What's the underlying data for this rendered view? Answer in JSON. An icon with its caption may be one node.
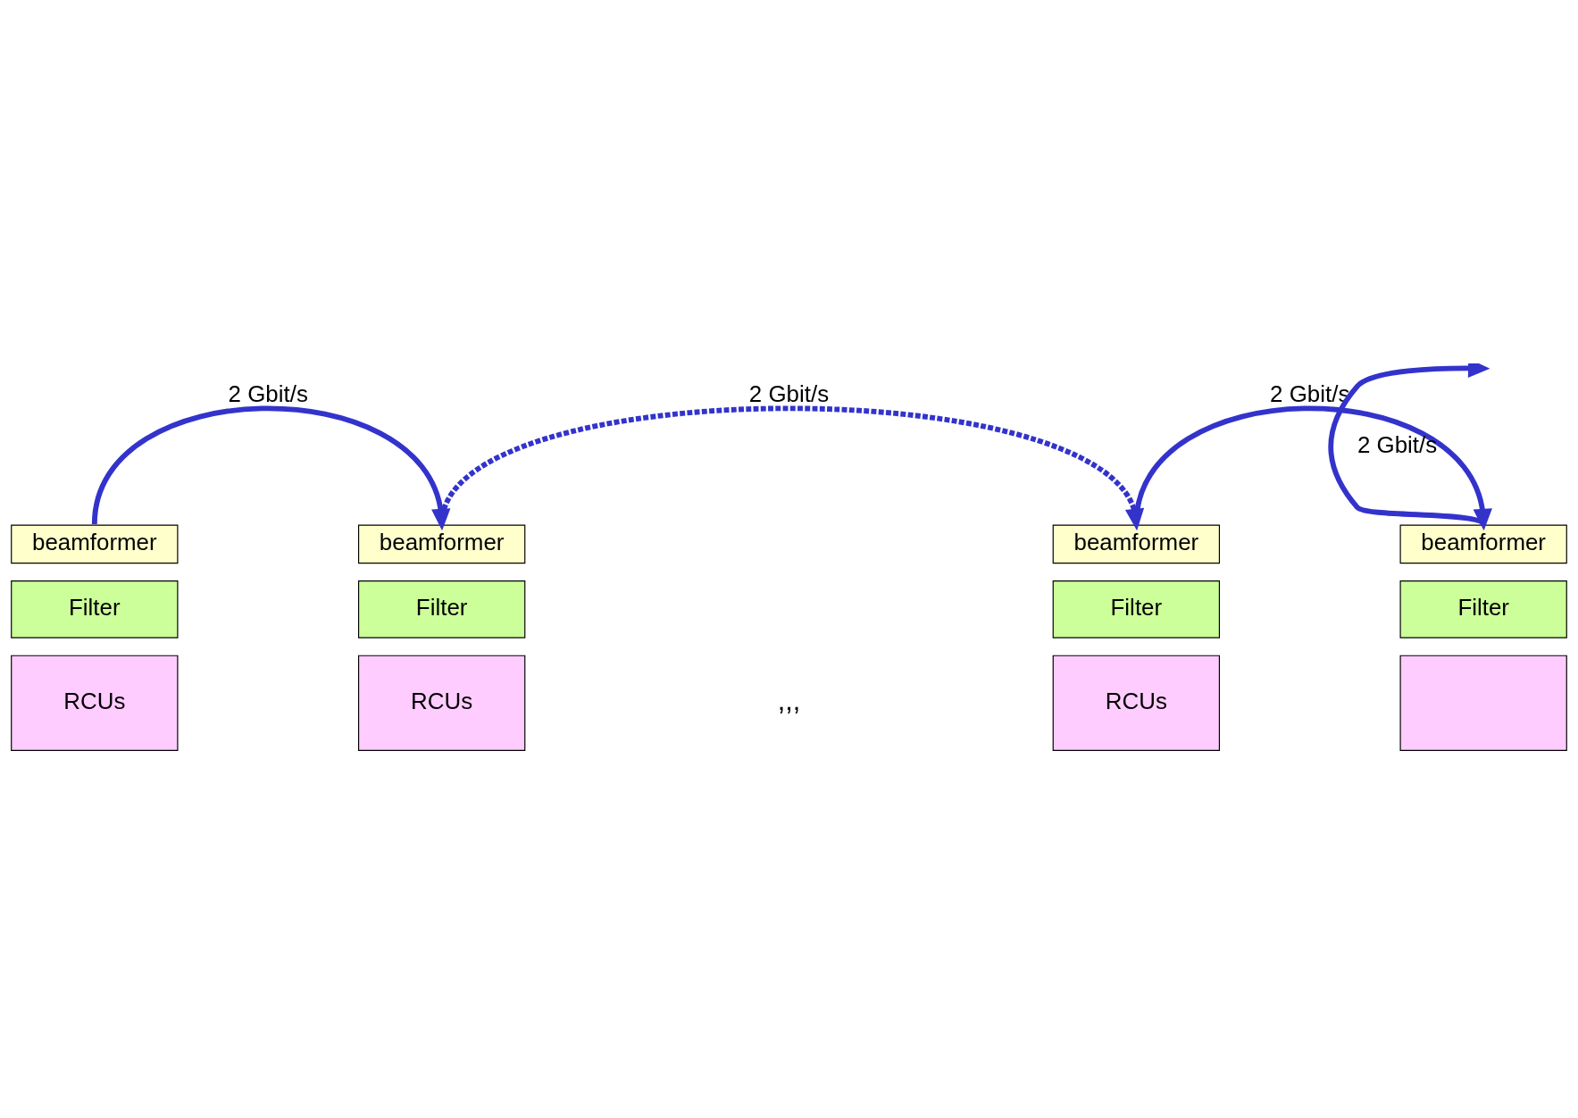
{
  "diagram": {
    "nodes": [
      {
        "text": [
          "beamformer"
        ]
      },
      {
        "text": [
          "Filter"
        ]
      },
      {
        "text": [
          "RCUs"
        ]
      },
      {
        "text": [
          "beamformer"
        ]
      },
      {
        "text": [
          "Filter"
        ]
      },
      {
        "text": [
          "RCUs"
        ]
      },
      {
        "text": [
          "beamformer"
        ]
      },
      {
        "text": [
          "Filter"
        ]
      },
      {
        "text": [
          "RCUs"
        ]
      },
      {
        "text": [
          "beamformer"
        ]
      },
      {
        "text": [
          "Filter"
        ]
      },
      {
        "text": [],
        "shape": "box"
      }
    ],
    "edges": [
      {
        "from": 0,
        "to": 3,
        "arrow": "to",
        "label": "2 Gbit/s"
      },
      {
        "from": 3,
        "to": 6,
        "arrow": "to",
        "label": "2 Gbit/s",
        "style": "dashed"
      },
      {
        "from": 6,
        "to": 9,
        "arrow": "to",
        "label": "2 Gbit/s"
      },
      {
        "from": 9,
        "to": null,
        "arrow": "to",
        "label": "2 Gbit/s"
      }
    ],
    "labels": [
      ",,,"
    ]
  }
}
